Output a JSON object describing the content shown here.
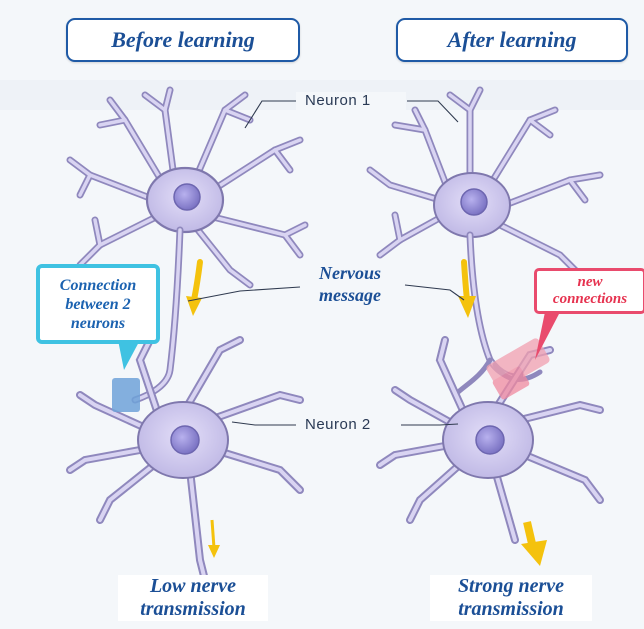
{
  "titles": {
    "before": "Before learning",
    "after": "After learning"
  },
  "labels": {
    "neuron1": "Neuron 1",
    "neuron2": "Neuron 2",
    "nervous_message_line1": "Nervous",
    "nervous_message_line2": "message",
    "connection_line1": "Connection",
    "connection_line2": "between 2",
    "connection_line3": "neurons",
    "new_connections_line1": "new",
    "new_connections_line2": "connections"
  },
  "captions": {
    "low_line1": "Low nerve",
    "low_line2": "transmission",
    "strong_line1": "Strong nerve",
    "strong_line2": "transmission"
  },
  "colors": {
    "title_border": "#1f5aa6",
    "text_blue": "#1b4f96",
    "callout_cyan": "#3fc2e2",
    "callout_red": "#e94b6d",
    "neuron_body": "#c9c3ea",
    "neuron_outline": "#7f78ad",
    "nucleus": "#8d86cf",
    "arrow_yellow": "#f4c20d",
    "synapse_blue": "#6fa2d8",
    "synapse_pink": "#f2a0b0"
  }
}
